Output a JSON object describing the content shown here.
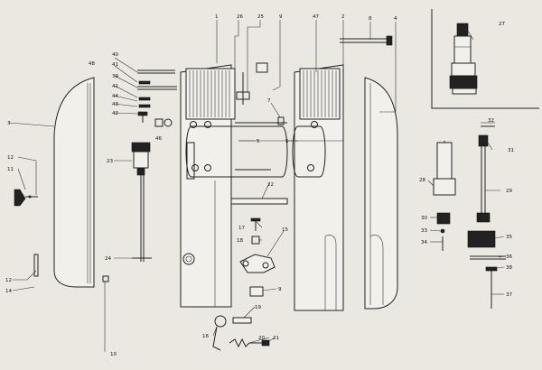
{
  "diagram": {
    "callouts": [
      {
        "id": "c1",
        "text": "1"
      },
      {
        "id": "c26",
        "text": "26"
      },
      {
        "id": "c25",
        "text": "25"
      },
      {
        "id": "c9a",
        "text": "9"
      },
      {
        "id": "c47",
        "text": "47"
      },
      {
        "id": "c2",
        "text": "2"
      },
      {
        "id": "c8",
        "text": "8"
      },
      {
        "id": "c4",
        "text": "4"
      },
      {
        "id": "c27a",
        "text": "27"
      },
      {
        "id": "c48",
        "text": "48"
      },
      {
        "id": "c40",
        "text": "40"
      },
      {
        "id": "c41",
        "text": "41"
      },
      {
        "id": "c39",
        "text": "39"
      },
      {
        "id": "c41b",
        "text": "41"
      },
      {
        "id": "c44",
        "text": "44"
      },
      {
        "id": "c43",
        "text": "43"
      },
      {
        "id": "c42",
        "text": "42"
      },
      {
        "id": "c7",
        "text": "7"
      },
      {
        "id": "c3",
        "text": "3"
      },
      {
        "id": "c46",
        "text": "46"
      },
      {
        "id": "c5a",
        "text": "5"
      },
      {
        "id": "c5b",
        "text": "5"
      },
      {
        "id": "c32",
        "text": "32"
      },
      {
        "id": "c31",
        "text": "31"
      },
      {
        "id": "c12a",
        "text": "12"
      },
      {
        "id": "c11",
        "text": "11"
      },
      {
        "id": "c23",
        "text": "23"
      },
      {
        "id": "c28",
        "text": "28"
      },
      {
        "id": "c29",
        "text": "29"
      },
      {
        "id": "c22",
        "text": "22"
      },
      {
        "id": "c30",
        "text": "30"
      },
      {
        "id": "c33",
        "text": "33"
      },
      {
        "id": "c34",
        "text": "34"
      },
      {
        "id": "c35",
        "text": "35"
      },
      {
        "id": "c17",
        "text": "17"
      },
      {
        "id": "c18",
        "text": "18"
      },
      {
        "id": "c15",
        "text": "15"
      },
      {
        "id": "c24",
        "text": "24"
      },
      {
        "id": "c36",
        "text": "36"
      },
      {
        "id": "c38",
        "text": "38"
      },
      {
        "id": "c12b",
        "text": "12"
      },
      {
        "id": "c14",
        "text": "14"
      },
      {
        "id": "c9b",
        "text": "9"
      },
      {
        "id": "c37",
        "text": "37"
      },
      {
        "id": "c19",
        "text": "19"
      },
      {
        "id": "c16",
        "text": "16"
      },
      {
        "id": "c20",
        "text": "20"
      },
      {
        "id": "c21",
        "text": "21"
      },
      {
        "id": "c10",
        "text": "10"
      }
    ]
  }
}
